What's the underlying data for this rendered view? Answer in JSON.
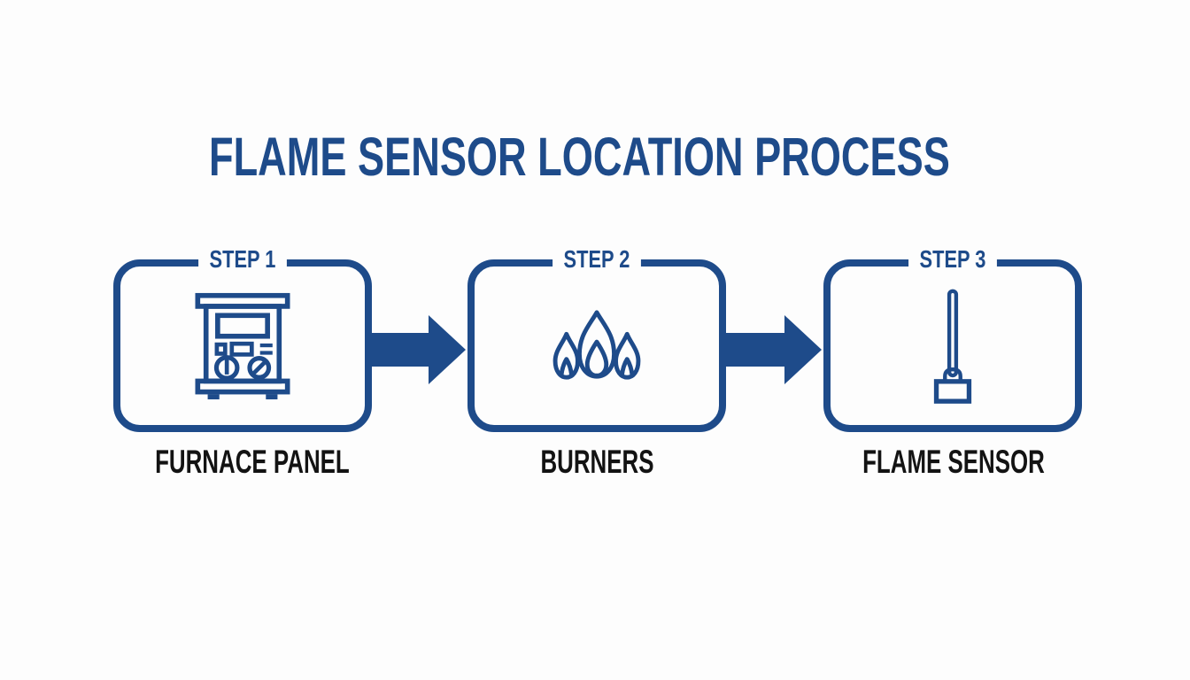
{
  "title": "FLAME SENSOR LOCATION PROCESS",
  "colors": {
    "primary_blue": "#1e4b8a",
    "caption_black": "#131313",
    "background": "#fdfdfd"
  },
  "steps": [
    {
      "step_label": "STEP 1",
      "caption": "FURNACE PANEL",
      "icon": "furnace-panel-icon"
    },
    {
      "step_label": "STEP 2",
      "caption": "BURNERS",
      "icon": "burner-flames-icon"
    },
    {
      "step_label": "STEP 3",
      "caption": "FLAME SENSOR",
      "icon": "flame-sensor-rod-icon"
    }
  ],
  "connectors": [
    {
      "icon": "arrow-right-icon"
    },
    {
      "icon": "arrow-right-icon"
    }
  ]
}
